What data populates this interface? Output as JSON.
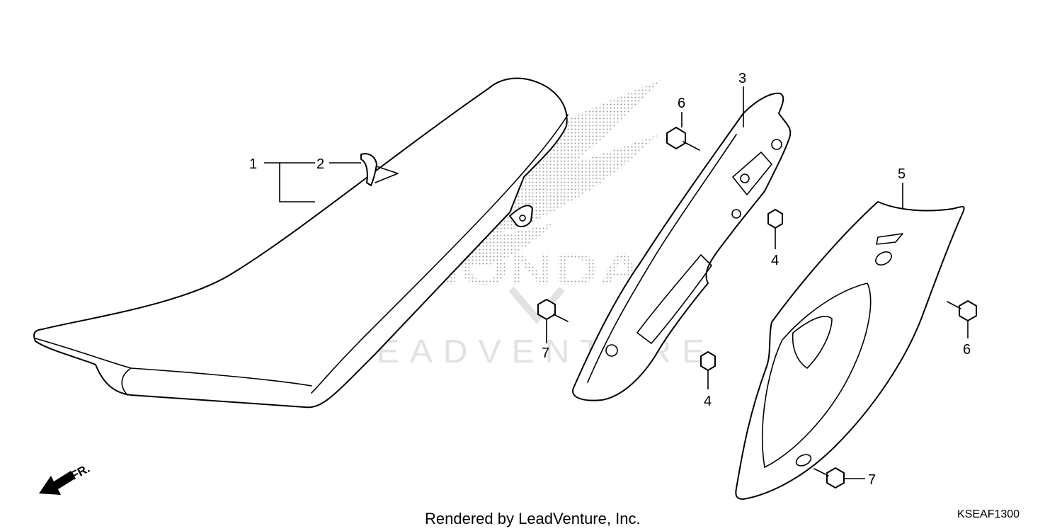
{
  "watermark": {
    "brand": "HONDA",
    "vendor": "LEADVENTURE"
  },
  "callouts": [
    "1",
    "2",
    "3",
    "4",
    "4",
    "5",
    "6",
    "6",
    "7",
    "7"
  ],
  "direction_label": "FR.",
  "footer": {
    "rendered_by": "Rendered by LeadVenture, Inc.",
    "diagram_code": "KSEAF1300"
  }
}
